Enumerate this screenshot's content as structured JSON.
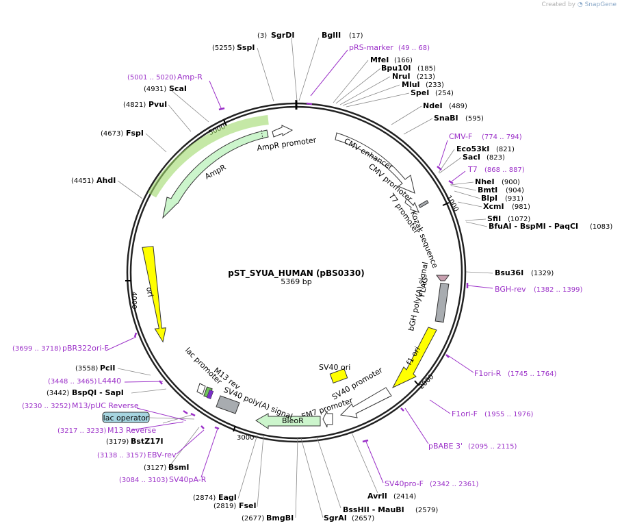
{
  "brand": {
    "created_by": "Created by",
    "app": "SnapGene"
  },
  "plasmid": {
    "name": "pST_SYUA_HUMAN (pBS0330)",
    "length": "5369 bp"
  },
  "ticks": [
    "1000",
    "2000",
    "3000",
    "4000",
    "5000"
  ],
  "enzymes": [
    {
      "pos": "(3)",
      "name": "SgrDI"
    },
    {
      "pos": "(17)",
      "name": "BglII"
    },
    {
      "pos": "(5255)",
      "name": "SspI"
    },
    {
      "pos": "(166)",
      "name": "MfeI"
    },
    {
      "pos": "(185)",
      "name": "Bpu10I"
    },
    {
      "pos": "(213)",
      "name": "NruI"
    },
    {
      "pos": "(233)",
      "name": "MluI"
    },
    {
      "pos": "(254)",
      "name": "SpeI"
    },
    {
      "pos": "(4931)",
      "name": "ScaI"
    },
    {
      "pos": "(4821)",
      "name": "PvuI"
    },
    {
      "pos": "(489)",
      "name": "NdeI"
    },
    {
      "pos": "(595)",
      "name": "SnaBI"
    },
    {
      "pos": "(4673)",
      "name": "FspI"
    },
    {
      "pos": "(821)",
      "name": "Eco53kI"
    },
    {
      "pos": "(823)",
      "name": "SacI"
    },
    {
      "pos": "(4451)",
      "name": "AhdI"
    },
    {
      "pos": "(900)",
      "name": "NheI"
    },
    {
      "pos": "(904)",
      "name": "BmtI"
    },
    {
      "pos": "(931)",
      "name": "BlpI"
    },
    {
      "pos": "(981)",
      "name": "XcmI"
    },
    {
      "pos": "(1072)",
      "name": "SfiI"
    },
    {
      "pos": "(1083)",
      "name": "BfuAI - BspMI - PaqCI"
    },
    {
      "pos": "(1329)",
      "name": "Bsu36I"
    },
    {
      "pos": "(3558)",
      "name": "PciI"
    },
    {
      "pos": "(3442)",
      "name": "BspQI - SapI"
    },
    {
      "pos": "(3179)",
      "name": "BstZ17I"
    },
    {
      "pos": "(3127)",
      "name": "BsmI"
    },
    {
      "pos": "(2874)",
      "name": "EagI"
    },
    {
      "pos": "(2819)",
      "name": "FseI"
    },
    {
      "pos": "(2677)",
      "name": "BmgBI"
    },
    {
      "pos": "(2657)",
      "name": "SgrAI"
    },
    {
      "pos": "(2579)",
      "name": "BssHII - MauBI"
    },
    {
      "pos": "(2414)",
      "name": "AvrII"
    }
  ],
  "primers": [
    {
      "name": "pRS-marker",
      "pos": "(49 .. 68)"
    },
    {
      "name": "Amp-R",
      "pos": "(5001 .. 5020)"
    },
    {
      "name": "CMV-F",
      "pos": "(774 .. 794)"
    },
    {
      "name": "T7",
      "pos": "(868 .. 887)"
    },
    {
      "name": "BGH-rev",
      "pos": "(1382 .. 1399)"
    },
    {
      "name": "pBR322ori-F",
      "pos": "(3699 .. 3718)"
    },
    {
      "name": "L4440",
      "pos": "(3448 .. 3465)"
    },
    {
      "name": "M13/pUC Reverse",
      "pos": "(3230 .. 3252)"
    },
    {
      "name": "M13 Reverse",
      "pos": "(3217 .. 3233)"
    },
    {
      "name": "EBV-rev",
      "pos": "(3138 .. 3157)"
    },
    {
      "name": "SV40pA-R",
      "pos": "(3084 .. 3103)"
    },
    {
      "name": "F1ori-R",
      "pos": "(1745 .. 1764)"
    },
    {
      "name": "F1ori-F",
      "pos": "(1955 .. 1976)"
    },
    {
      "name": "pBABE 3'",
      "pos": "(2095 .. 2115)"
    },
    {
      "name": "SV40pro-F",
      "pos": "(2342 .. 2361)"
    }
  ],
  "features": {
    "ampr_promoter": "AmpR promoter",
    "ampr": "AmpR",
    "cmv_enhancer": "CMV enhancer",
    "cmv_promoter": "CMV promoter",
    "t7_promoter": "T7 promoter",
    "kozak": "Kozak sequence",
    "flag": "FLAG",
    "bgh": "bGH poly(A) signal",
    "f1ori": "f1 ori",
    "sv40_promoter": "SV40 promoter",
    "sv40_ori": "SV40 ori",
    "em7": "EM7 promoter",
    "bleor": "BleoR",
    "sv40pa": "SV40 poly(A) signal",
    "m13rev": "M13 rev",
    "lac_promoter": "lac promoter",
    "lac_operator": "lac operator",
    "ori": "ori"
  },
  "colors": {
    "primer": "#9b30c8",
    "ampr_fill": "#ccf5cc",
    "ori_fill": "#ffff00",
    "grey_fill": "#a8acb0",
    "bleor_fill": "#ccf5cc",
    "lac_op_fill": "#a6d5e0",
    "highlight": "#9fd86a"
  }
}
